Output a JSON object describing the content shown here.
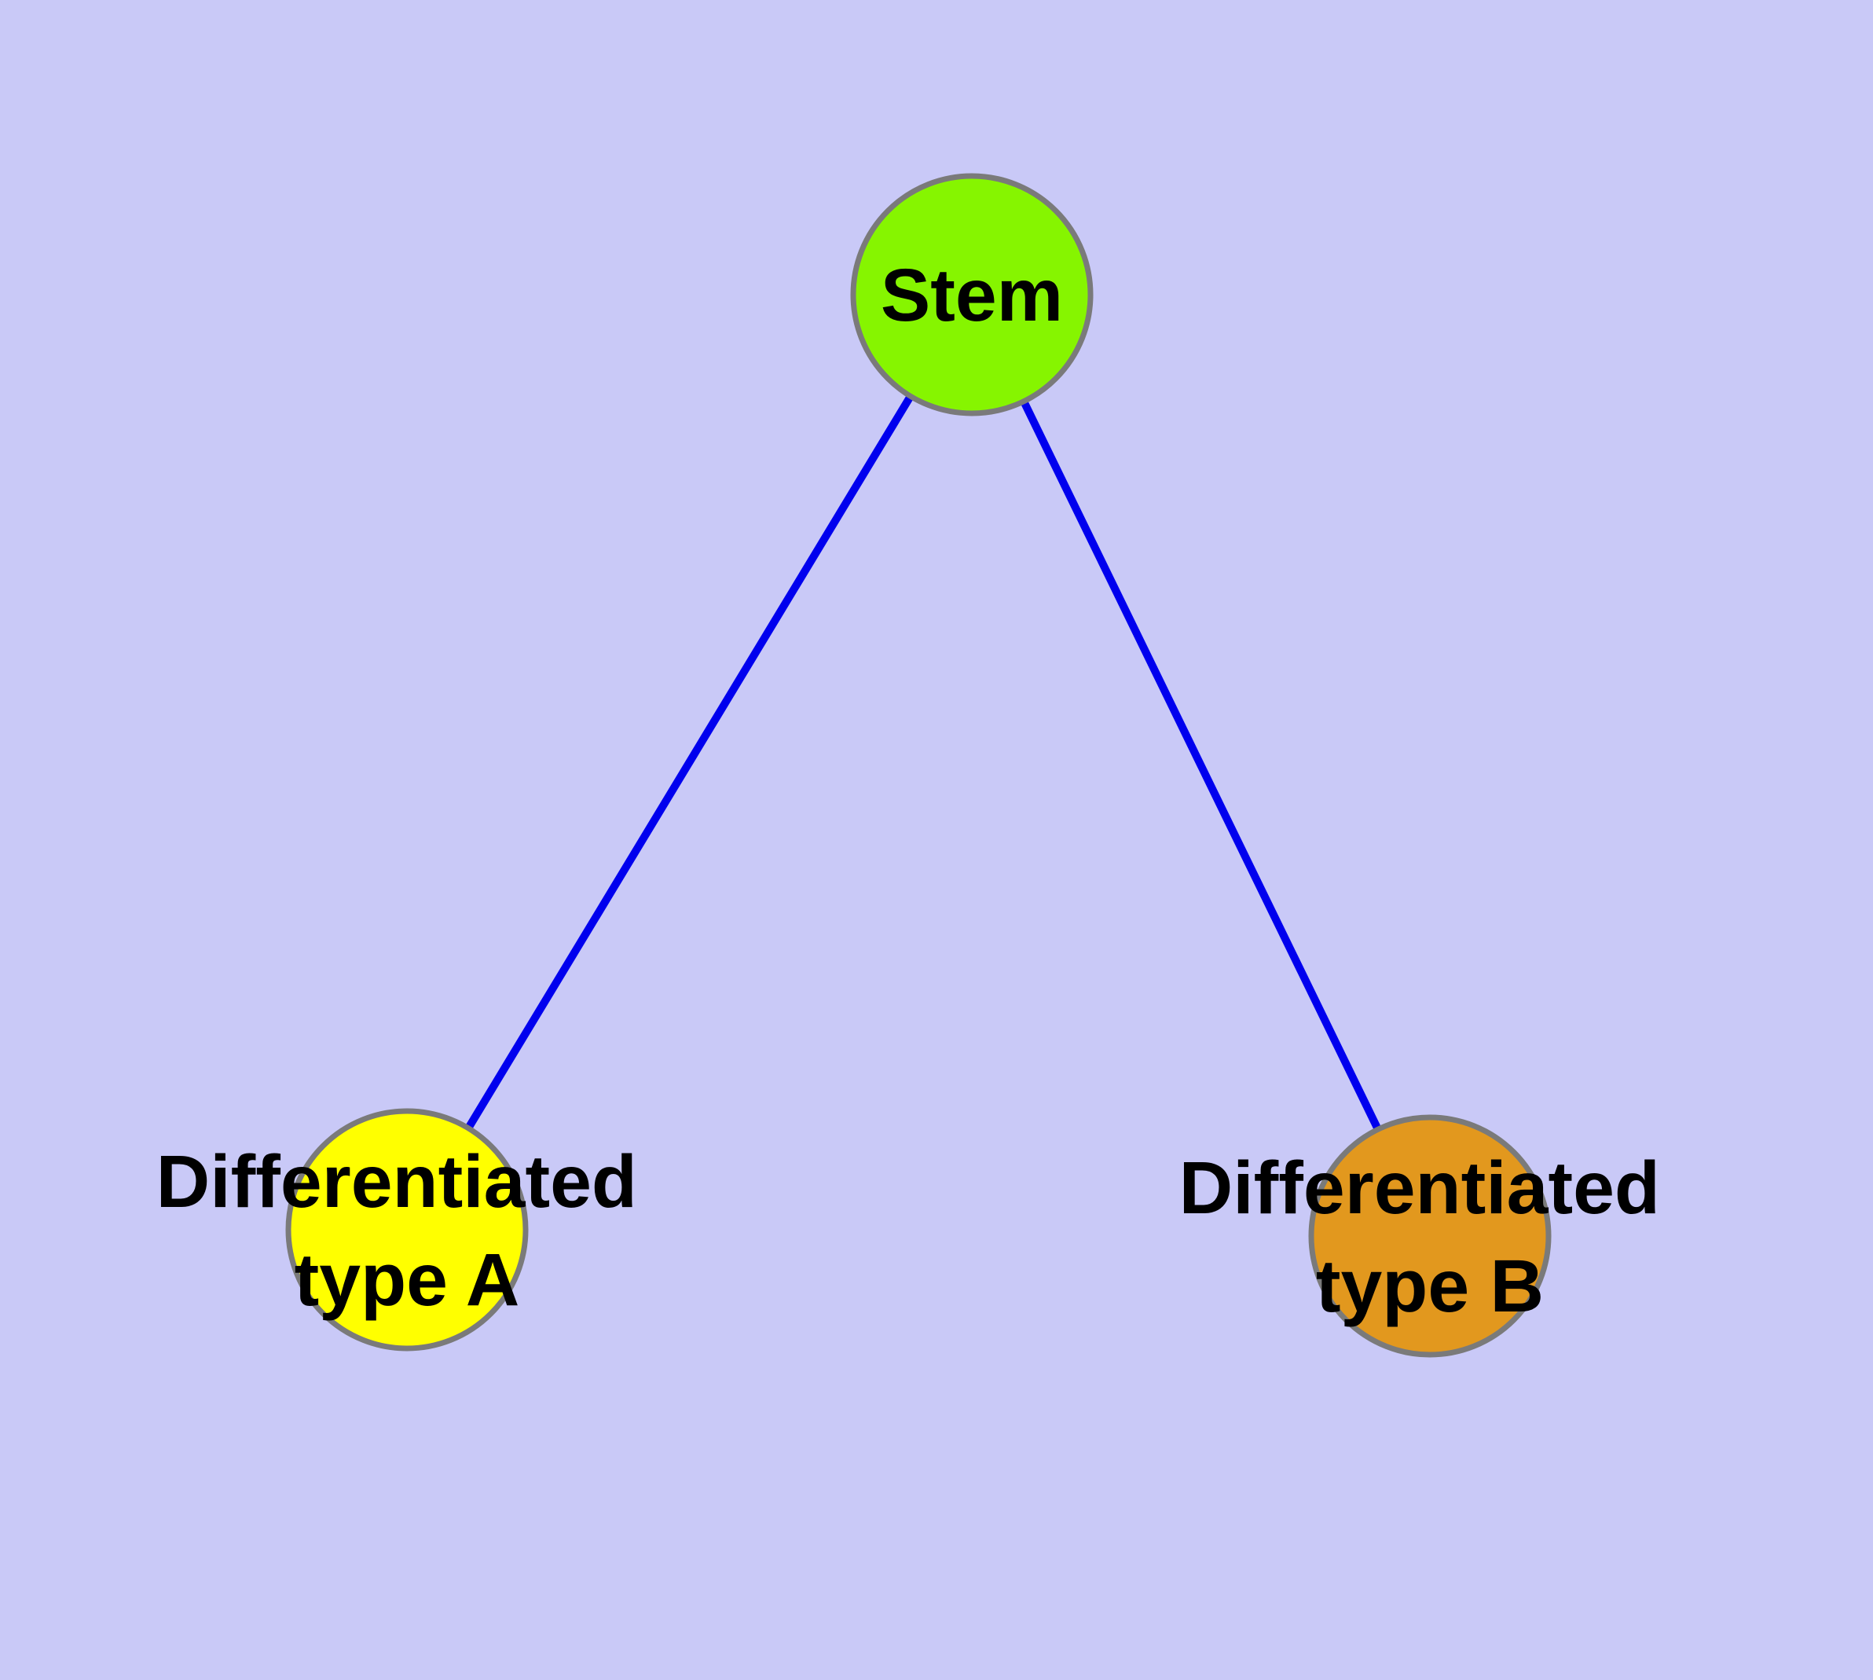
{
  "diagram": {
    "type": "graph",
    "background_color": "#C9C9F7",
    "edge_color": "#0000EE",
    "node_border_color": "#7A7A7A",
    "label_color": "#000000",
    "nodes": [
      {
        "id": "stem",
        "label": "Stem",
        "color": "#86F500"
      },
      {
        "id": "differentiated-type-a",
        "label": "Differentiated type A",
        "label_lines": [
          "Differentiated",
          "type A"
        ],
        "color": "#FFFF00"
      },
      {
        "id": "differentiated-type-b",
        "label": "Differentiated type B",
        "label_lines": [
          "Differentiated",
          "type B"
        ],
        "color": "#E2981E"
      }
    ],
    "edges": [
      {
        "from": "Stem",
        "to": "Differentiated type A"
      },
      {
        "from": "Stem",
        "to": "Differentiated type B"
      }
    ]
  }
}
